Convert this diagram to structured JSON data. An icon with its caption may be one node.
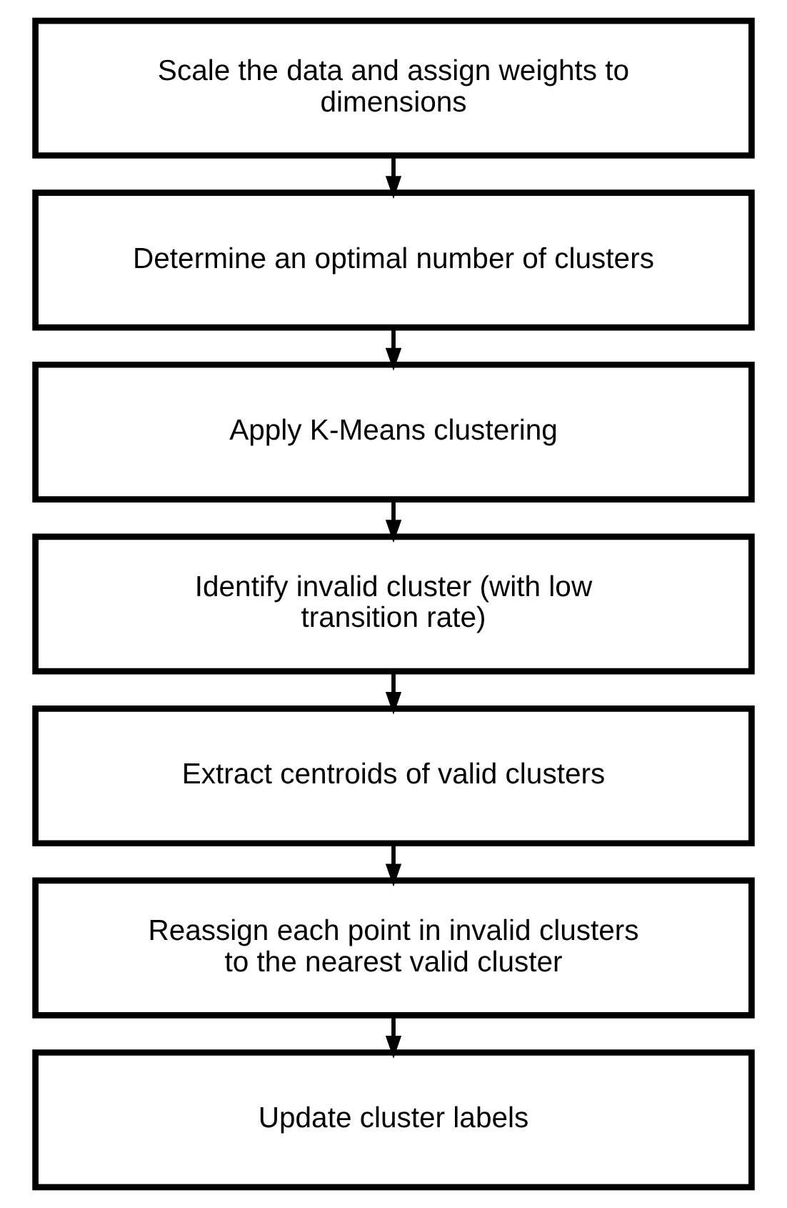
{
  "diagram": {
    "nodes": [
      {
        "text": [
          "Scale the data and assign weights to dimensions"
        ]
      },
      {
        "text": [
          "Determine an optimal number of clusters"
        ]
      },
      {
        "text": [
          "Apply K-Means clustering"
        ]
      },
      {
        "text": [
          "Identify invalid cluster (with low transition rate)"
        ]
      },
      {
        "text": [
          "Extract centroids of valid clusters"
        ]
      },
      {
        "text": [
          "Reassign each point in invalid clusters to the nearest valid cluster"
        ]
      },
      {
        "text": [
          "Update cluster labels"
        ]
      }
    ],
    "edges": [
      {
        "from": 0,
        "to": 1,
        "arrow": "to"
      },
      {
        "from": 1,
        "to": 2,
        "arrow": "to"
      },
      {
        "from": 2,
        "to": 3,
        "arrow": "to"
      },
      {
        "from": 3,
        "to": 4,
        "arrow": "to"
      },
      {
        "from": 4,
        "to": 5,
        "arrow": "to"
      },
      {
        "from": 5,
        "to": 6,
        "arrow": "to"
      }
    ]
  }
}
